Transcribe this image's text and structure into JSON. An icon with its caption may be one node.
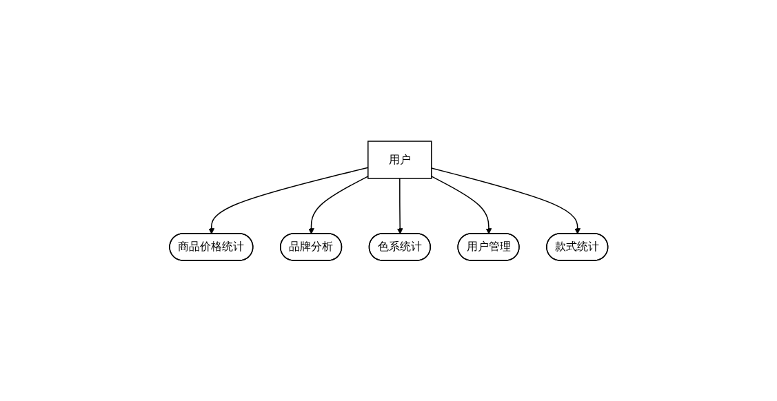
{
  "diagram": {
    "nodes": [
      {
        "text": [
          "商品价格统计"
        ]
      },
      {
        "text": [
          "色系统计"
        ]
      },
      {
        "text": [
          "用户"
        ]
      },
      {
        "text": [
          "品牌分析"
        ]
      },
      {
        "text": [
          "用户管理"
        ]
      },
      {
        "text": [
          "款式统计"
        ]
      }
    ],
    "edges": [
      {
        "from": 2,
        "to": 0,
        "arrow": "to"
      },
      {
        "from": 2,
        "to": 3,
        "arrow": "to"
      },
      {
        "from": 2,
        "to": 1,
        "arrow": "to"
      },
      {
        "from": 2,
        "to": 4,
        "arrow": "to"
      },
      {
        "from": 2,
        "to": 5,
        "arrow": "to"
      }
    ]
  }
}
